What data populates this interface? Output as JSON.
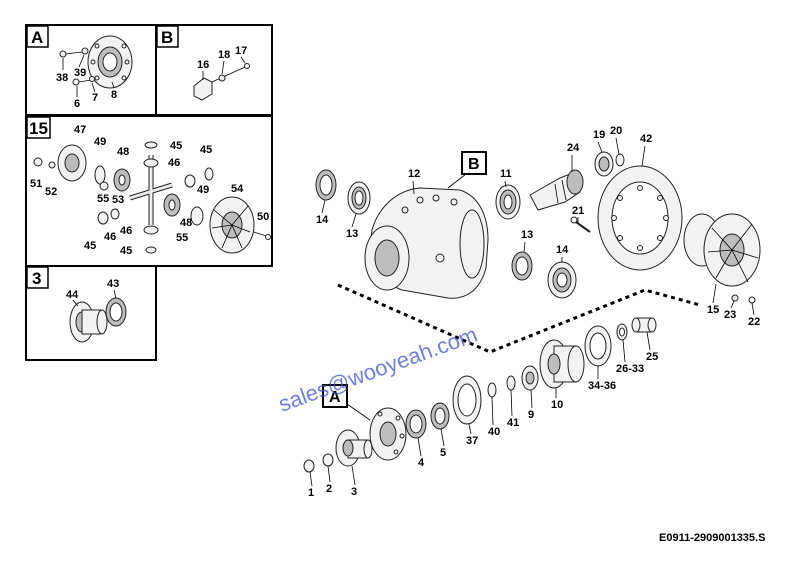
{
  "insets": {
    "a": {
      "letter": "A",
      "labels": [
        "38",
        "39",
        "6",
        "7",
        "8"
      ]
    },
    "b": {
      "letter": "B",
      "labels": [
        "16",
        "18",
        "17"
      ]
    },
    "c15": {
      "letter": "15",
      "labels": [
        "47",
        "49",
        "48",
        "45",
        "46",
        "45",
        "51",
        "52",
        "53",
        "49",
        "54",
        "55",
        "48",
        "50",
        "46",
        "55",
        "45",
        "46",
        "45"
      ]
    },
    "c3": {
      "letter": "3",
      "labels": [
        "44",
        "43"
      ]
    }
  },
  "callouts": {
    "a": "A",
    "b": "B"
  },
  "main_labels": [
    "12",
    "11",
    "24",
    "19",
    "20",
    "42",
    "14",
    "13",
    "21",
    "13",
    "14",
    "15",
    "23",
    "22",
    "25",
    "26-33",
    "34-36",
    "10",
    "9",
    "41",
    "40",
    "37",
    "5",
    "4",
    "3",
    "2",
    "1"
  ],
  "watermark": "sales@wooyeah.com",
  "drawing_code": "E0911-2909001335.S"
}
